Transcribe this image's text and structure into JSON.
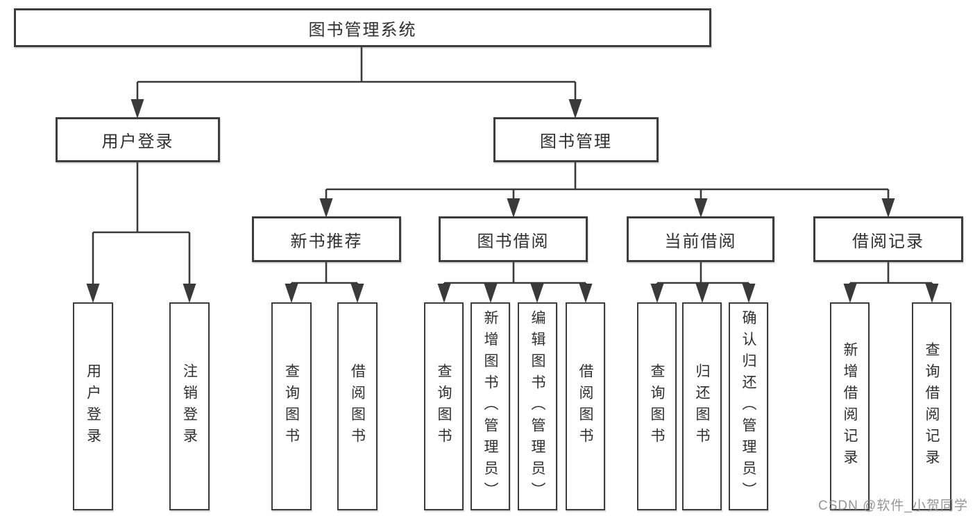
{
  "diagram": {
    "watermark": "CSDN @软件_小贺同学",
    "root": {
      "label": "图书管理系统",
      "children": [
        {
          "label": "用户登录",
          "children": [
            {
              "label": "用户登录"
            },
            {
              "label": "注销登录"
            }
          ]
        },
        {
          "label": "图书管理",
          "children": [
            {
              "label": "新书推荐",
              "children": [
                {
                  "label": "查询图书"
                },
                {
                  "label": "借阅图书"
                }
              ]
            },
            {
              "label": "图书借阅",
              "children": [
                {
                  "label": "查询图书"
                },
                {
                  "label": "新增图书（管理员）"
                },
                {
                  "label": "编辑图书（管理员）"
                },
                {
                  "label": "借阅图书"
                }
              ]
            },
            {
              "label": "当前借阅",
              "children": [
                {
                  "label": "查询图书"
                },
                {
                  "label": "归还图书"
                },
                {
                  "label": "确认归还（管理员）"
                }
              ]
            },
            {
              "label": "借阅记录",
              "children": [
                {
                  "label": "新增借阅记录"
                },
                {
                  "label": "查询借阅记录"
                }
              ]
            }
          ]
        }
      ]
    }
  }
}
